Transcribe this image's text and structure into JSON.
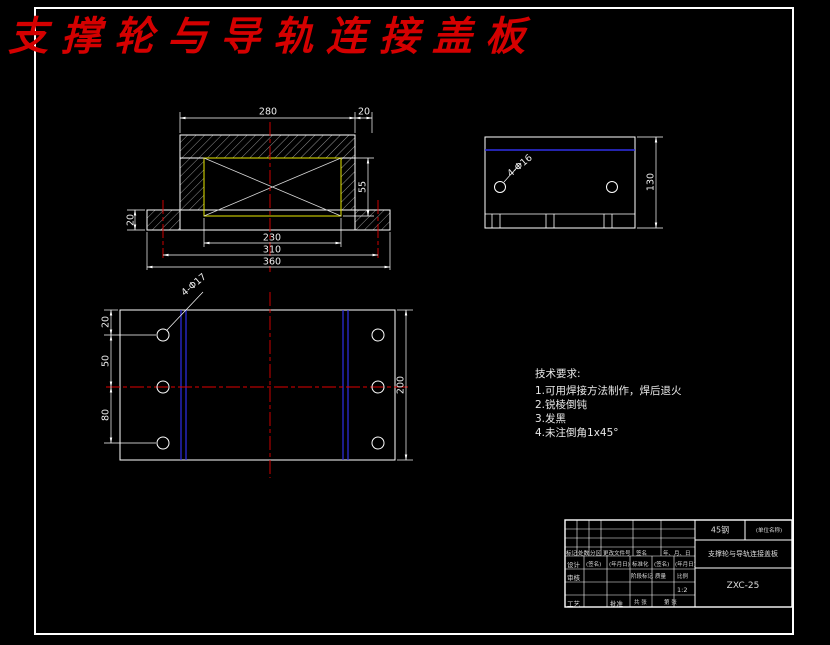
{
  "drawing_title": "支撑轮与导轨连接盖板",
  "colors": {
    "background": "#000000",
    "line": "#ffffff",
    "title_red": "#d40000",
    "centerline_red": "#e00000",
    "aux_blue": "#3030e8",
    "cavity_yellow": "#e8e800"
  },
  "front_view": {
    "dim_top": "280",
    "dim_top_right": "20",
    "dim_right": "55",
    "dim_left": "20",
    "dim_inner": "230",
    "dim_mid": "310",
    "dim_outer": "360"
  },
  "side_view": {
    "dim_height": "130",
    "hole_label": "4-Φ16"
  },
  "plan_view": {
    "dim_row1": "20",
    "dim_row2": "50",
    "dim_row3": "80",
    "dim_depth": "200",
    "hole_label": "4-Φ17"
  },
  "tech": {
    "heading": "技术要求:",
    "items": [
      "1.可用焊接方法制作，焊后退火",
      "2.锐棱倒钝",
      "3.发黑",
      "4.未注倒角1x45°"
    ]
  },
  "title_block": {
    "material": "45钢",
    "company": "(单位名称)",
    "part_name": "支撑轮与导轨连接盖板",
    "drawing_no": "ZXC-25",
    "scale_value": "1:2",
    "labels": {
      "mark": "标记",
      "count": "处数",
      "zone": "分区",
      "change_file": "更改文件号",
      "sign": "签名",
      "date": "年、月、日",
      "design": "设计",
      "standardize": "标准化",
      "review": "审核",
      "stage": "阶段标记",
      "weight": "质量",
      "scale": "比例",
      "process": "工艺",
      "approve": "批准",
      "total_sheets": "共 张",
      "sheet_no": "第 张",
      "sign_ph": "(签名)",
      "date_ph": "(年月日)"
    }
  }
}
